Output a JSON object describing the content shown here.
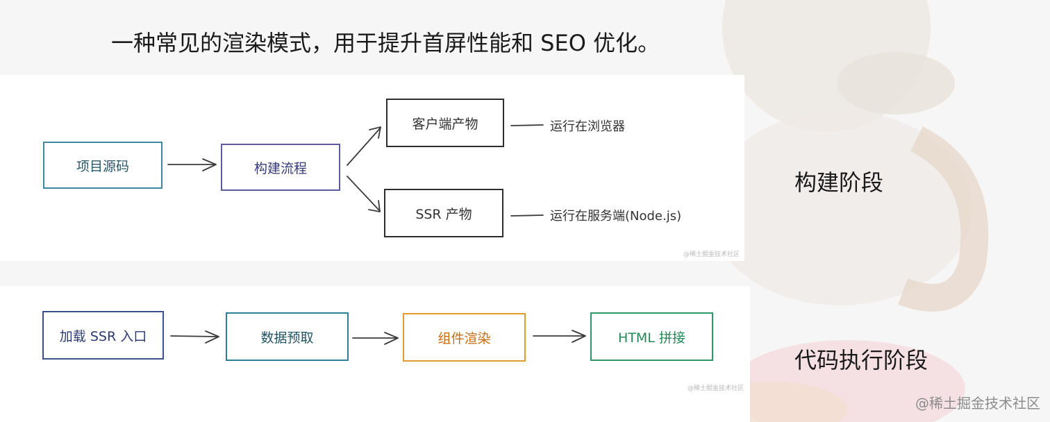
{
  "title": "一种常见的渲染模式，用于提升首屏性能和 SEO 优化。",
  "build_stage": {
    "label": "构建阶段",
    "source": "项目源码",
    "process": "构建流程",
    "client_output": "客户端产物",
    "client_note": "运行在浏览器",
    "ssr_output": "SSR 产物",
    "ssr_note": "运行在服务端(Node.js)"
  },
  "runtime_stage": {
    "label": "代码执行阶段",
    "steps": [
      "加载 SSR 入口",
      "数据预取",
      "组件渲染",
      "HTML 拼接"
    ]
  },
  "watermarks": {
    "panel_mark": "@稀土掘金技术社区",
    "site_mark": "@稀土掘金技术社区"
  },
  "colors": {
    "source_border": "#3e87a6",
    "process_border": "#5b5c9e",
    "output_border": "#2d2d2d",
    "load_border": "#3c4f8a",
    "prefetch_border": "#2d7f98",
    "render_border": "#e59a2c",
    "html_border": "#2e9865"
  }
}
